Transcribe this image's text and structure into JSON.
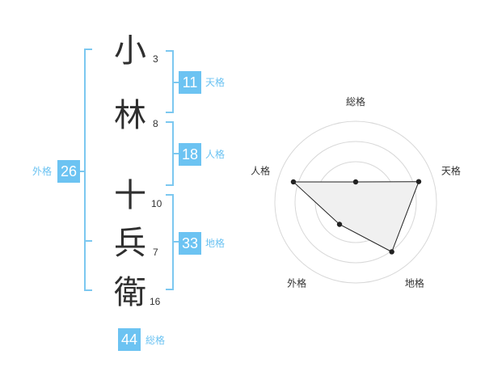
{
  "name": {
    "characters": [
      {
        "char": "小",
        "strokes": "3"
      },
      {
        "char": "林",
        "strokes": "8"
      },
      {
        "char": "十",
        "strokes": "10"
      },
      {
        "char": "兵",
        "strokes": "7"
      },
      {
        "char": "衛",
        "strokes": "16"
      }
    ]
  },
  "fortunes": {
    "tenkaku": {
      "value": "11",
      "label": "天格"
    },
    "jinkaku": {
      "value": "18",
      "label": "人格"
    },
    "chikaku": {
      "value": "33",
      "label": "地格"
    },
    "gaikaku": {
      "value": "26",
      "label": "外格"
    },
    "soukaku": {
      "value": "44",
      "label": "総格"
    }
  },
  "colors": {
    "accent": "#6cc3f2",
    "bracket": "#7cc8f0",
    "label": "#6cc3f2"
  },
  "chart_data": {
    "type": "radar",
    "axes": [
      "総格",
      "天格",
      "地格",
      "外格",
      "人格"
    ],
    "values": [
      0.25,
      0.82,
      0.76,
      0.34,
      0.81
    ],
    "range": [
      0,
      1
    ],
    "rings": 4
  }
}
